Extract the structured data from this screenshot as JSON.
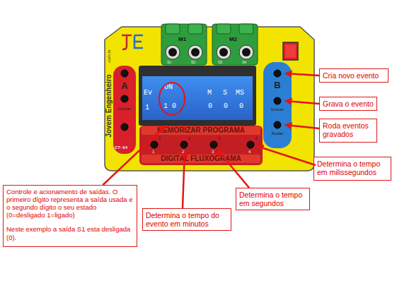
{
  "diagram": {
    "nodes": [
      {
        "text": [
          "A",
          "Gravar"
        ]
      },
      {
        "text": [
          "Ev",
          "ON",
          "M",
          "S",
          "MS",
          "1",
          "1 0",
          "0",
          "0",
          "0"
        ]
      },
      {
        "text": [
          "B",
          "Gravar",
          "Rodar"
        ]
      },
      {
        "text": [
          "MEMORIZAR PROGRAMA"
        ]
      },
      {
        "text": [
          "DIGITAL FLUXOGRAMA"
        ]
      },
      {
        "text": [
          "Cria novo evento"
        ]
      },
      {
        "text": [
          "Grava o evento"
        ]
      },
      {
        "text": [
          "Roda eventos gravados"
        ]
      },
      {
        "text": [
          "Determina o tempo em milissegundos"
        ]
      },
      {
        "text": [
          "Controle e acionamento de saídas. O primeiro dígito representa a saída usada e o segundo dígito o seu estado (0=desligado 1=ligado)",
          "Neste exemplo a saída S1 esta desligada (0)."
        ]
      },
      {
        "text": [
          "Determina o tempo em segundos"
        ]
      },
      {
        "text": [
          "Determina o tempo do evento em minutos"
        ]
      }
    ],
    "edges": [
      {
        "from": 9,
        "to": 1,
        "arrow": "to"
      }
    ],
    "labels": [
      "M1",
      "M2",
      "S1",
      "S2",
      "S3",
      "S4",
      "Jovem Engenheiro",
      ".com.br",
      "CT- 64",
      "1",
      "2",
      "3",
      "4",
      "1",
      "2",
      "3",
      "4"
    ]
  }
}
